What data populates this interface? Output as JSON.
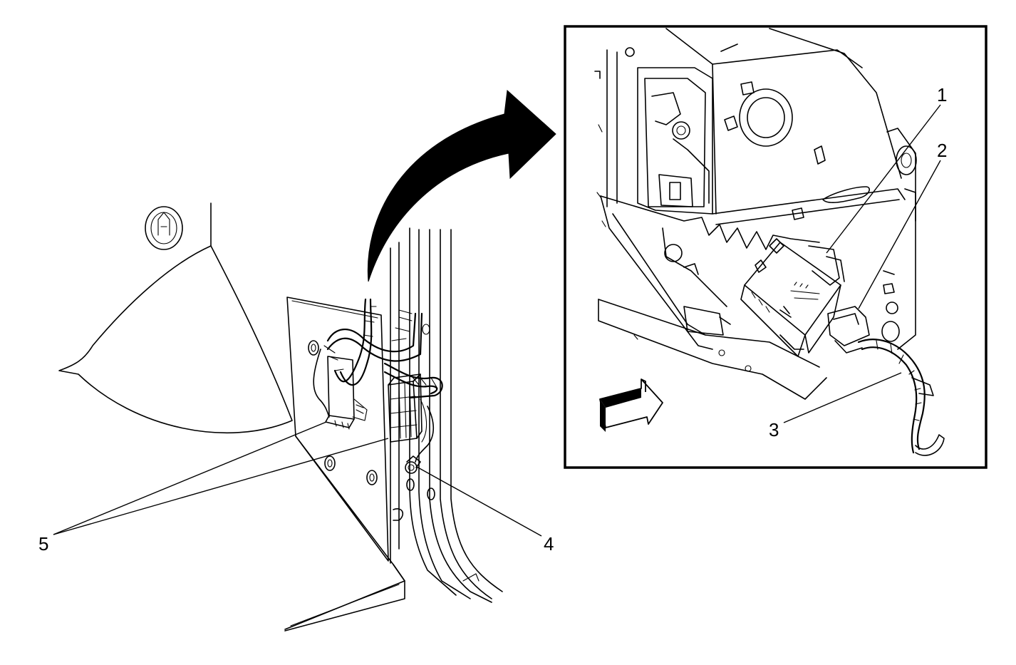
{
  "callouts": {
    "c1": "1",
    "c2": "2",
    "c3": "3",
    "c4": "4",
    "c5": "5"
  },
  "colors": {
    "line": "#000000",
    "background": "#ffffff"
  },
  "icons": {
    "transition_arrow": "curved-arrow-icon",
    "view_direction": "view-direction-arrow-icon"
  }
}
